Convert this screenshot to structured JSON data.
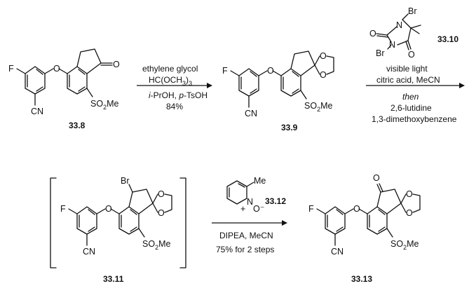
{
  "compounds": {
    "c1": "33.8",
    "c2": "33.9",
    "c3": "33.10",
    "c4": "33.11",
    "c5": "33.12",
    "c6": "33.13"
  },
  "labels": {
    "f": "F",
    "cn": "CN",
    "o": "O",
    "n": "N",
    "br": "Br",
    "me": "Me",
    "so2": "SO",
    "sub2": "2",
    "sub3": "3",
    "o_minus": "O⁻",
    "plus": "+"
  },
  "step1": {
    "line1": "ethylene glycol",
    "line2a": "HC(OCH",
    "line2b": ")",
    "line3a": "i",
    "line3b": "-PrOH, ",
    "line3c": "p",
    "line3d": "-TsOH",
    "yield": "84%"
  },
  "step2": {
    "line1": "visible light",
    "line2": "citric acid, MeCN",
    "line3": "then",
    "line4": "2,6-lutidine",
    "line5": "1,3-dimethoxybenzene"
  },
  "step3": {
    "line1": "DIPEA, MeCN",
    "yield": "75% for 2 steps"
  }
}
